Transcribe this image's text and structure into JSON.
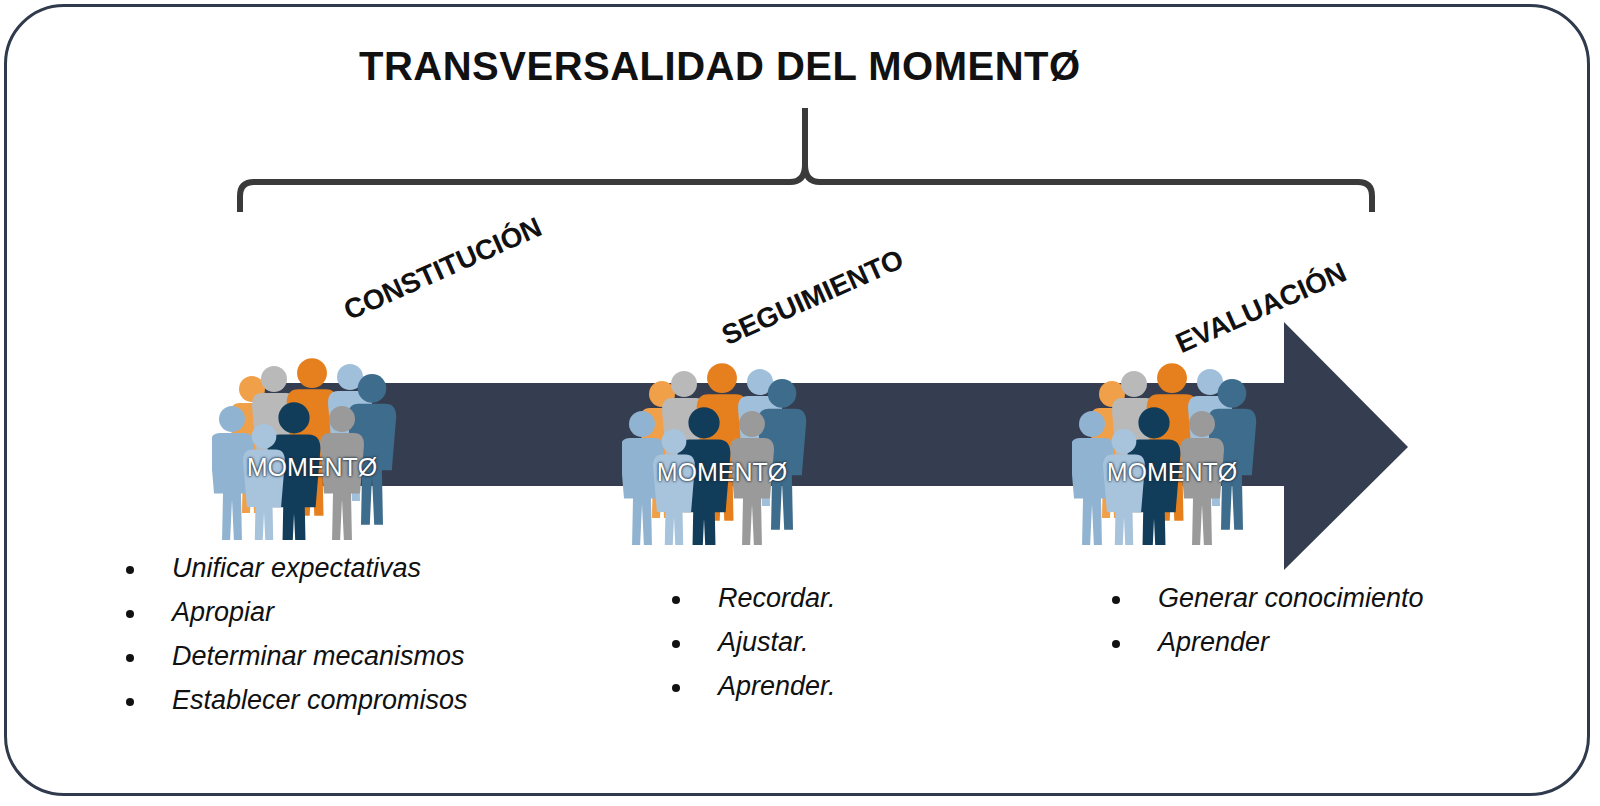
{
  "diagram": {
    "title": "TRANSVERSALIDAD DEL MOMENTØ",
    "nodes": [
      {
        "text": [
          "CONSTITUCIÓN",
          "MOMENTØ"
        ]
      },
      {
        "text": [
          "SEGUIMIENTO",
          "MOMENTØ"
        ]
      },
      {
        "text": [
          "EVALUACIÓN",
          "MOMENTØ"
        ]
      }
    ],
    "labels": [
      "Unificar expectativas",
      "Apropiar",
      "Determinar mecanismos",
      "Establecer compromisos",
      "Recordar.",
      "Ajustar.",
      "Aprender.",
      "Generar conocimiento",
      "Aprender"
    ]
  }
}
